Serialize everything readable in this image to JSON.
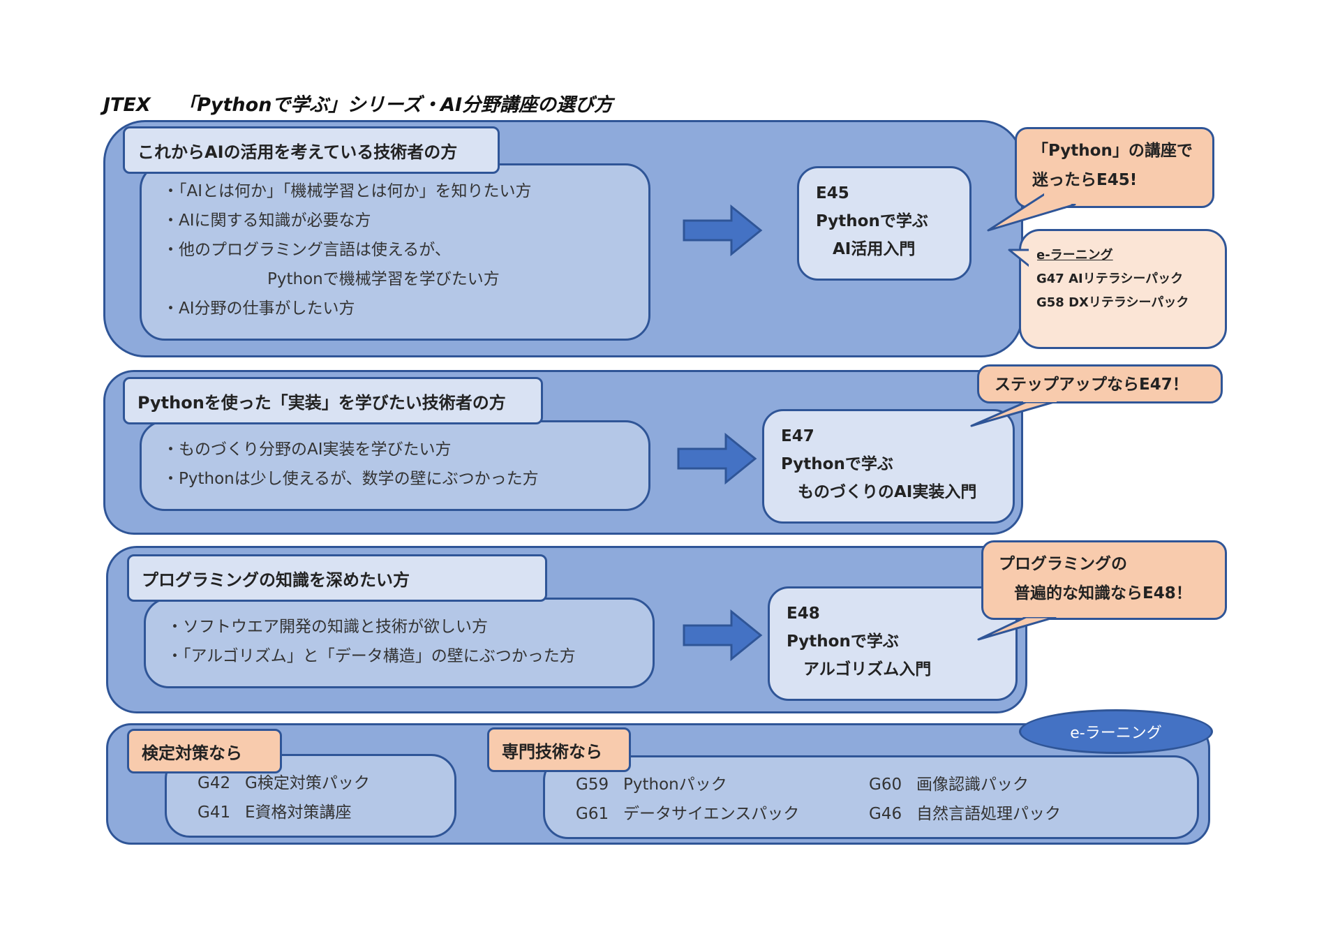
{
  "title": {
    "prefix": "JTEX",
    "text": "「Pythonで学ぶ」シリーズ・AI分野講座の選び方"
  },
  "sections": [
    {
      "label": "これからAIの活用を考えている技術者の方",
      "items": [
        "・「AIとは何か」「機械学習とは何か」を知りたい方",
        "・AIに関する知識が必要な方",
        "・他のプログラミング言語は使えるが、",
        "Pythonで機械学習を学びたい方",
        "・AI分野の仕事がしたい方"
      ],
      "course": {
        "code": "E45",
        "line1": "Pythonで学ぶ",
        "line2": "AI活用入門"
      },
      "callout": {
        "line1": "「Python」の講座で",
        "line2": "迷ったらE45!"
      },
      "elearning": {
        "heading": "e-ラーニング",
        "items": [
          "G47  AIリテラシーパック",
          "G58  DXリテラシーパック"
        ]
      }
    },
    {
      "label": "Pythonを使った「実装」を学びたい技術者の方",
      "items": [
        "・ものづくり分野のAI実装を学びたい方",
        "・Pythonは少し使えるが、数学の壁にぶつかった方"
      ],
      "course": {
        "code": "E47",
        "line1": "Pythonで学ぶ",
        "line2": "ものづくりのAI実装入門"
      },
      "callout": {
        "line1": "ステップアップならE47！"
      }
    },
    {
      "label": "プログラミングの知識を深めたい方",
      "items": [
        "・ソフトウエア開発の知識と技術が欲しい方",
        "・「アルゴリズム」と「データ構造」の壁にぶつかった方"
      ],
      "course": {
        "code": "E48",
        "line1": "Pythonで学ぶ",
        "line2": "アルゴリズム入門"
      },
      "callout": {
        "line1": "プログラミングの",
        "line2": "普遍的な知識ならE48！"
      }
    }
  ],
  "bottom": {
    "badge": "e-ラーニング",
    "exam": {
      "label": "検定対策なら",
      "items": [
        {
          "code": "G42",
          "name": "G検定対策パック"
        },
        {
          "code": "G41",
          "name": "E資格対策講座"
        }
      ]
    },
    "tech": {
      "label": "専門技術なら",
      "items": [
        {
          "code": "G59",
          "name": "Pythonパック"
        },
        {
          "code": "G60",
          "name": "画像認識パック"
        },
        {
          "code": "G61",
          "name": "データサイエンスパック"
        },
        {
          "code": "G46",
          "name": "自然言語処理パック"
        }
      ]
    }
  }
}
